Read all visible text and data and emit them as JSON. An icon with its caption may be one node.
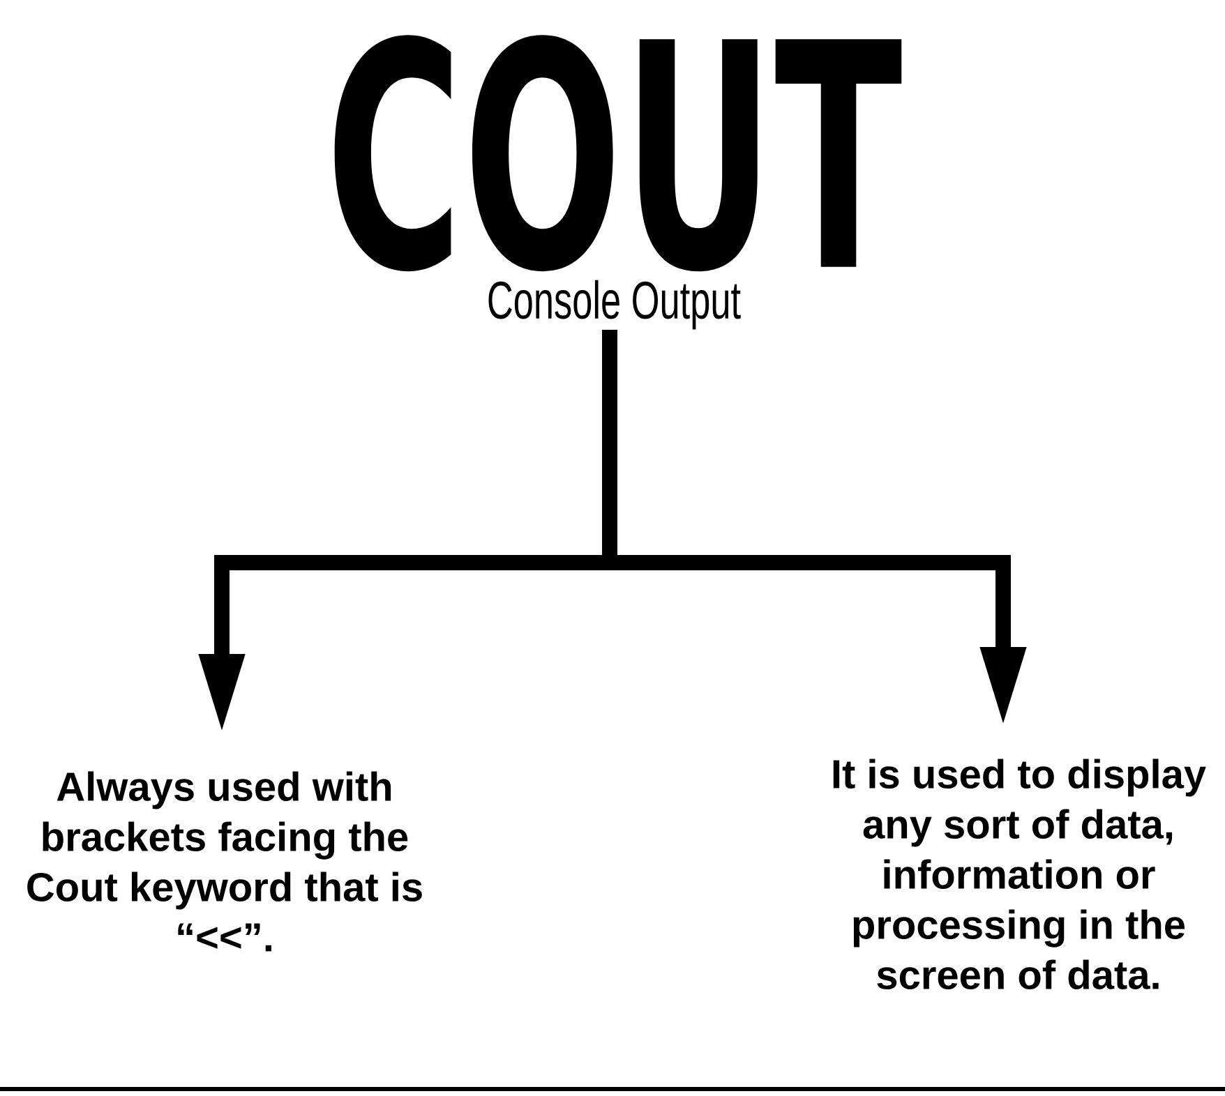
{
  "diagram": {
    "nodes": [
      {
        "text": [
          "COUT",
          "Console Output"
        ]
      },
      {
        "text": [
          "Always used with brackets facing the Cout keyword that is “<<”."
        ]
      },
      {
        "text": [
          "It is used to display any sort of data, information or processing in the screen of data."
        ]
      }
    ],
    "edges": [
      {
        "from": 0,
        "to": 1,
        "arrow": "to"
      },
      {
        "from": 0,
        "to": 2,
        "arrow": "to"
      }
    ]
  }
}
